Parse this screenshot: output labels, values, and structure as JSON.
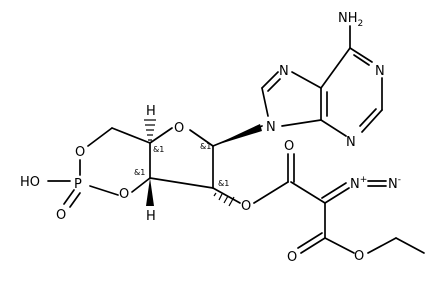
{
  "molecule": {
    "atoms": {
      "amine": "NH",
      "amine_sub": "2",
      "n_purine_1": "N",
      "n_purine_3": "N",
      "n_imidazole_7": "N",
      "n_imidazole_9": "N",
      "o_ring_furanose": "O",
      "o_phosphate_ring_1": "O",
      "o_phosphate_ring_2": "O",
      "phosphorus": "P",
      "hydroxyl": "HO",
      "o_phosphoryl": "O",
      "o_ester_link": "O",
      "o_carbonyl_1": "O",
      "o_carbonyl_2": "O",
      "o_ethyl_ester": "O",
      "h_top": "H",
      "h_bottom": "H",
      "diazo_n1": "N",
      "diazo_plus": "+",
      "diazo_n2": "N",
      "diazo_minus": "-"
    },
    "stereo_labels": {
      "c4_prime": "&1",
      "c3_prime": "&1",
      "c1_prime": "&1",
      "c2_prime": "&1"
    }
  }
}
